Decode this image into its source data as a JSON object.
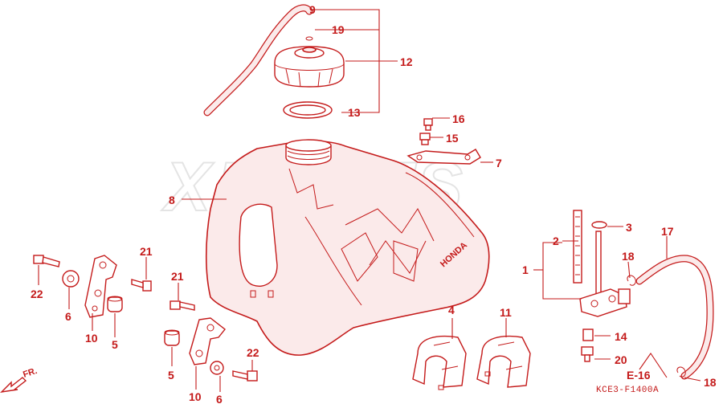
{
  "diagram": {
    "watermark": "XPARTS",
    "tank_brand": "HONDA",
    "diagram_code": "KCE3-F1400A",
    "front_marker": "FR.",
    "reference": "E-16",
    "callouts": [
      {
        "id": "c9",
        "num": "9"
      },
      {
        "id": "c19",
        "num": "19"
      },
      {
        "id": "c12",
        "num": "12"
      },
      {
        "id": "c13",
        "num": "13"
      },
      {
        "id": "c16",
        "num": "16"
      },
      {
        "id": "c15",
        "num": "15"
      },
      {
        "id": "c7",
        "num": "7"
      },
      {
        "id": "c8",
        "num": "8"
      },
      {
        "id": "c3",
        "num": "3"
      },
      {
        "id": "c2",
        "num": "2"
      },
      {
        "id": "c17",
        "num": "17"
      },
      {
        "id": "c18a",
        "num": "18"
      },
      {
        "id": "c1",
        "num": "1"
      },
      {
        "id": "c4",
        "num": "4"
      },
      {
        "id": "c11",
        "num": "11"
      },
      {
        "id": "c14",
        "num": "14"
      },
      {
        "id": "c20",
        "num": "20"
      },
      {
        "id": "c18b",
        "num": "18"
      },
      {
        "id": "c22a",
        "num": "22"
      },
      {
        "id": "c6a",
        "num": "6"
      },
      {
        "id": "c10a",
        "num": "10"
      },
      {
        "id": "c5a",
        "num": "5"
      },
      {
        "id": "c21a",
        "num": "21"
      },
      {
        "id": "c21b",
        "num": "21"
      },
      {
        "id": "c5b",
        "num": "5"
      },
      {
        "id": "c10b",
        "num": "10"
      },
      {
        "id": "c6b",
        "num": "6"
      },
      {
        "id": "c22b",
        "num": "22"
      }
    ]
  }
}
